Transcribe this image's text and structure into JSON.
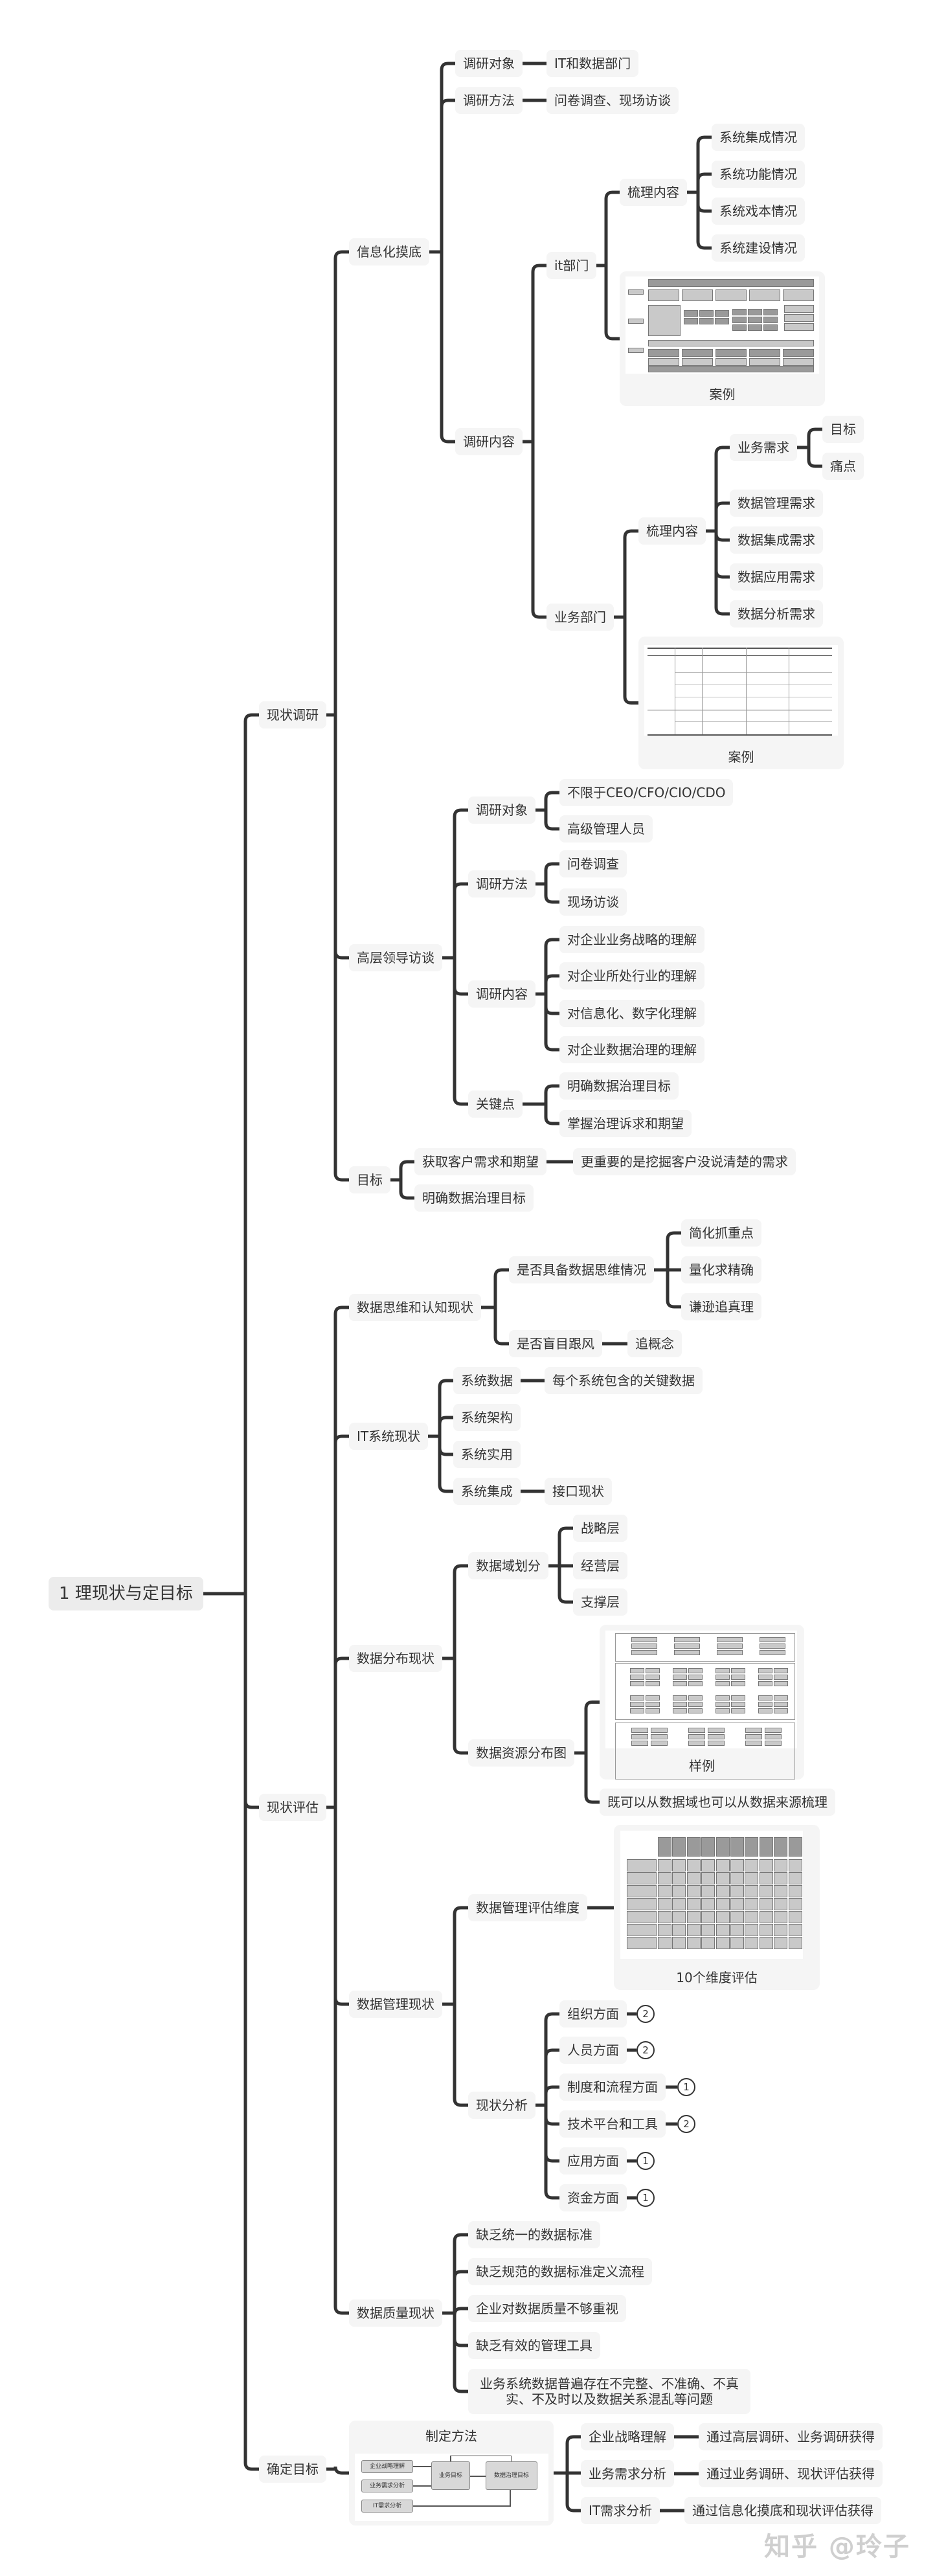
{
  "root": {
    "label": "1 理现状与定目标"
  },
  "research": {
    "label": "现状调研",
    "info": {
      "label": "信息化摸底",
      "target": {
        "label": "调研对象",
        "value": "IT和数据部门"
      },
      "method": {
        "label": "调研方法",
        "value": "问卷调查、现场访谈"
      },
      "content": {
        "label": "调研内容",
        "it": {
          "label": "it部门",
          "sort": {
            "label": "梳理内容",
            "items": [
              "系统集成情况",
              "系统功能情况",
              "系统戏本情况",
              "系统建设情况"
            ]
          },
          "case": "案例"
        },
        "biz": {
          "label": "业务部门",
          "sort": {
            "label": "梳理内容",
            "need": {
              "label": "业务需求",
              "items": [
                "目标",
                "痛点"
              ]
            },
            "items": [
              "数据管理需求",
              "数据集成需求",
              "数据应用需求",
              "数据分析需求"
            ]
          },
          "case": "案例"
        }
      }
    },
    "exec": {
      "label": "高层领导访谈",
      "target": {
        "label": "调研对象",
        "items": [
          "不限于CEO/CFO/CIO/CDO",
          "高级管理人员"
        ]
      },
      "method": {
        "label": "调研方法",
        "items": [
          "问卷调查",
          "现场访谈"
        ]
      },
      "content": {
        "label": "调研内容",
        "items": [
          "对企业业务战略的理解",
          "对企业所处行业的理解",
          "对信息化、数字化理解",
          "对企业数据治理的理解"
        ]
      },
      "key": {
        "label": "关键点",
        "items": [
          "明确数据治理目标",
          "掌握治理诉求和期望"
        ]
      }
    },
    "goal": {
      "label": "目标",
      "items": [
        {
          "label": "获取客户需求和期望",
          "note": "更重要的是挖掘客户没说清楚的需求"
        },
        {
          "label": "明确数据治理目标"
        }
      ]
    }
  },
  "assess": {
    "label": "现状评估",
    "thinking": {
      "label": "数据思维和认知现状",
      "q1": {
        "label": "是否具备数据思维情况",
        "items": [
          "简化抓重点",
          "量化求精确",
          "谦逊追真理"
        ]
      },
      "q2": {
        "label": "是否盲目跟风",
        "value": "追概念"
      }
    },
    "it": {
      "label": "IT系统现状",
      "items": [
        {
          "label": "系统数据",
          "value": "每个系统包含的关键数据"
        },
        {
          "label": "系统架构"
        },
        {
          "label": "系统实用"
        },
        {
          "label": "系统集成",
          "value": "接口现状"
        }
      ]
    },
    "dist": {
      "label": "数据分布现状",
      "domain": {
        "label": "数据域划分",
        "items": [
          "战略层",
          "经营层",
          "支撑层"
        ]
      },
      "map": {
        "label": "数据资源分布图",
        "sample": "样例",
        "note": "既可以从数据域也可以从数据来源梳理"
      }
    },
    "mgmt": {
      "label": "数据管理现状",
      "dims": {
        "label": "数据管理评估维度",
        "caption": "10个维度评估"
      },
      "analysis": {
        "label": "现状分析",
        "items": [
          {
            "label": "组织方面",
            "badge": "2"
          },
          {
            "label": "人员方面",
            "badge": "2"
          },
          {
            "label": "制度和流程方面",
            "badge": "1"
          },
          {
            "label": "技术平台和工具",
            "badge": "2"
          },
          {
            "label": "应用方面",
            "badge": "1"
          },
          {
            "label": "资金方面",
            "badge": "1"
          }
        ]
      }
    },
    "quality": {
      "label": "数据质量现状",
      "items": [
        "缺乏统一的数据标准",
        "缺乏规范的数据标准定义流程",
        "企业对数据质量不够重视",
        "缺乏有效的管理工具",
        "业务系统数据普遍存在不完整、不准确、不真实、不及时以及数据关系混乱等问题"
      ]
    }
  },
  "define": {
    "label": "确定目标",
    "method": {
      "title": "制定方法",
      "flow": {
        "inputs": [
          "企业战略理解",
          "业务需求分析",
          "IT需求分析"
        ],
        "mid": "业务目标",
        "out": "数据治理目标"
      }
    },
    "items": [
      {
        "label": "企业战略理解",
        "value": "通过高层调研、业务调研获得"
      },
      {
        "label": "业务需求分析",
        "value": "通过业务调研、现状评估获得"
      },
      {
        "label": "IT需求分析",
        "value": "通过信息化摸底和现状评估获得"
      }
    ]
  },
  "watermark": "知乎 @玲子",
  "colors": {
    "line": "#333333",
    "node_bg": "#f5f5f5"
  }
}
